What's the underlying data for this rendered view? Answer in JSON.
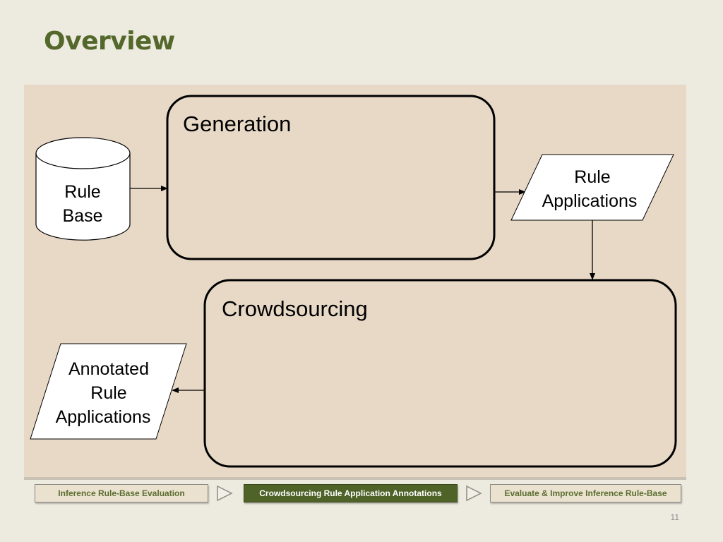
{
  "slide": {
    "title": "Overview",
    "page_number": "11"
  },
  "diagram": {
    "rule_base": [
      "Rule",
      "Base"
    ],
    "generation_label": "Generation",
    "rule_applications": [
      "Rule",
      "Applications"
    ],
    "crowdsourcing_label": "Crowdsourcing",
    "annotated_rule_applications": [
      "Annotated",
      "Rule",
      "Applications"
    ]
  },
  "nav": {
    "step1": "Inference Rule-Base Evaluation",
    "step2": "Crowdsourcing Rule Application Annotations",
    "step3": "Evaluate & Improve Inference Rule-Base"
  },
  "colors": {
    "title": "#53682a",
    "panel": "#e8d9c7",
    "active_step": "#4f6228"
  }
}
